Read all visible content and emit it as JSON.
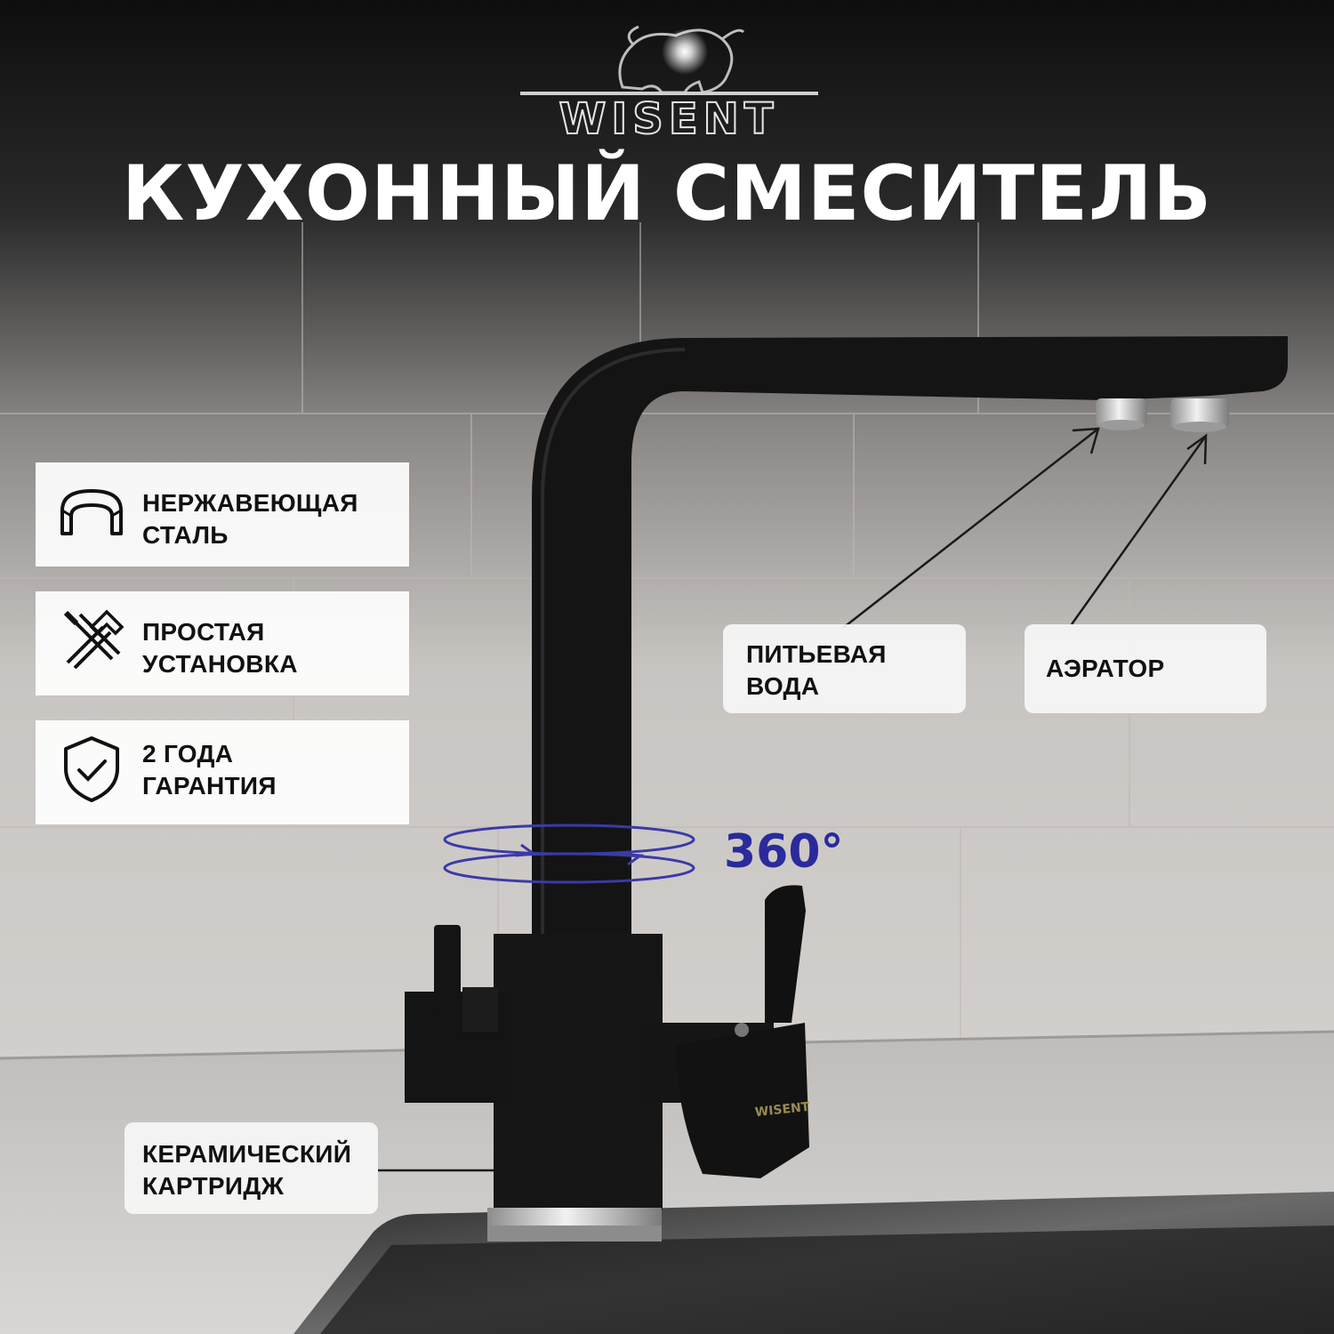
{
  "brand": {
    "name": "WISENT",
    "logo": "bison-logo"
  },
  "title": "КУХОННЫЙ СМЕСИТЕЛЬ",
  "features": [
    {
      "icon": "ring-icon",
      "line1": "НЕРЖАВЕЮЩАЯ",
      "line2": "СТАЛЬ"
    },
    {
      "icon": "hammer-screwdriver-icon",
      "line1": "ПРОСТАЯ",
      "line2": "УСТАНОВКА"
    },
    {
      "icon": "shield-check-icon",
      "line1": "2 ГОДА",
      "line2": "ГАРАНТИЯ"
    }
  ],
  "callouts": {
    "drinking_water": {
      "line1": "ПИТЬЕВАЯ",
      "line2": "ВОДА"
    },
    "aerator": {
      "line1": "АЭРАТОР"
    },
    "cartridge": {
      "line1": "КЕРАМИЧЕСКИЙ",
      "line2": "КАРТРИДЖ"
    }
  },
  "rotation": {
    "label": "360°",
    "icon": "rotation-arrows-icon"
  },
  "product_mark": "WISENT",
  "colors": {
    "faucet": "#121212",
    "accent": "#2a2a9c",
    "chrome": "#c9c9c9"
  }
}
